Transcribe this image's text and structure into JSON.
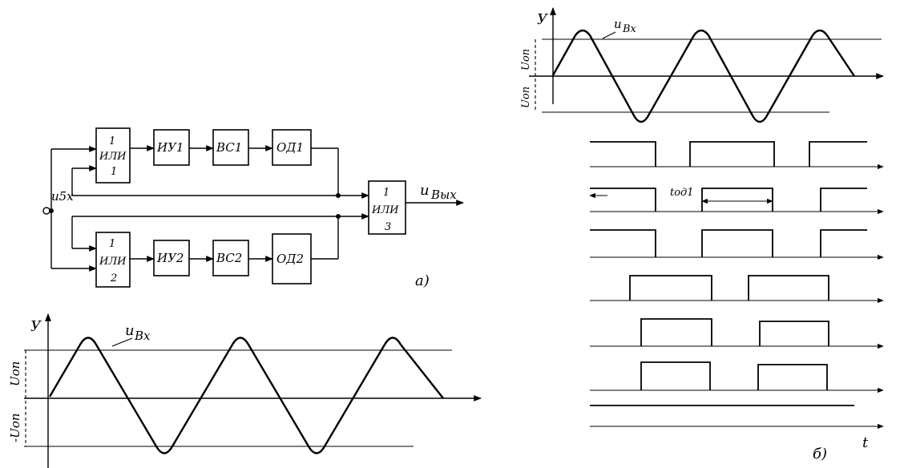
{
  "block_diagram": {
    "input_label": "u5x",
    "output_label_u": "u",
    "output_label_sub": "Bыx",
    "blocks_top": [
      {
        "line1": "1",
        "line2": "ИЛИ",
        "line3": "1"
      },
      {
        "line1": "ИУ1"
      },
      {
        "line1": "BC1"
      },
      {
        "line1": "OД1"
      }
    ],
    "blocks_bottom": [
      {
        "line1": "1",
        "line2": "ИЛИ",
        "line3": "2"
      },
      {
        "line1": "ИУ2"
      },
      {
        "line1": "BC2"
      },
      {
        "line1": "OД2"
      }
    ],
    "or3": {
      "line1": "1",
      "line2": "ИЛИ",
      "line3": "3"
    },
    "caption": "a)"
  },
  "wave_bottom_left": {
    "y_axis_label": "У",
    "u_label": "u",
    "u_sub": "Bx",
    "pos_threshold_label": "Uon",
    "neg_threshold_label": "-Uon"
  },
  "timing_right": {
    "y_axis_label": "У",
    "u_label": "u",
    "u_sub": "Bx",
    "pos_threshold_label": "Uon",
    "neg_threshold_label": "Uon",
    "pulse_duration_label": "tод1",
    "t_axis_label": "t",
    "caption": "б)"
  }
}
